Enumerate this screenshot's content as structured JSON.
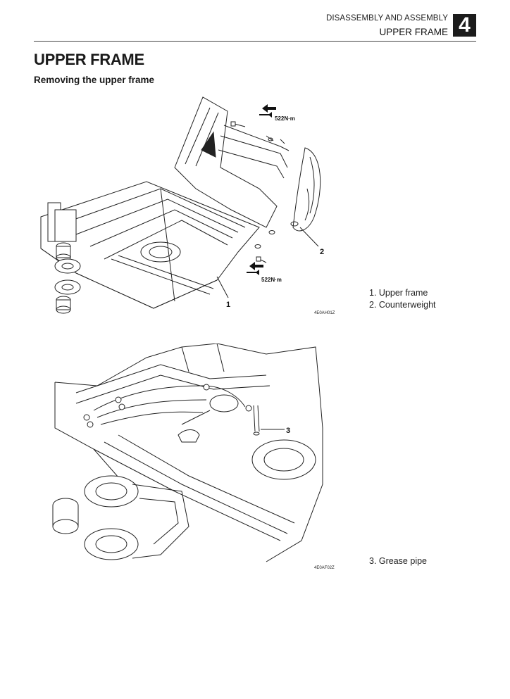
{
  "header": {
    "section": "DISASSEMBLY AND ASSEMBLY",
    "title": "UPPER FRAME",
    "chapter_number": "4"
  },
  "page_title": "UPPER FRAME",
  "subtitle": "Removing the upper frame",
  "figure1": {
    "torque_top": "522N·m",
    "torque_bottom": "522N·m",
    "callout_1": "1",
    "callout_2": "2",
    "figure_code": "4E0AH01Z",
    "legend": [
      "1. Upper frame",
      "2. Counterweight"
    ]
  },
  "figure2": {
    "callout_3": "3",
    "figure_code": "4E0AF02Z",
    "legend": [
      "3. Grease pipe"
    ]
  }
}
